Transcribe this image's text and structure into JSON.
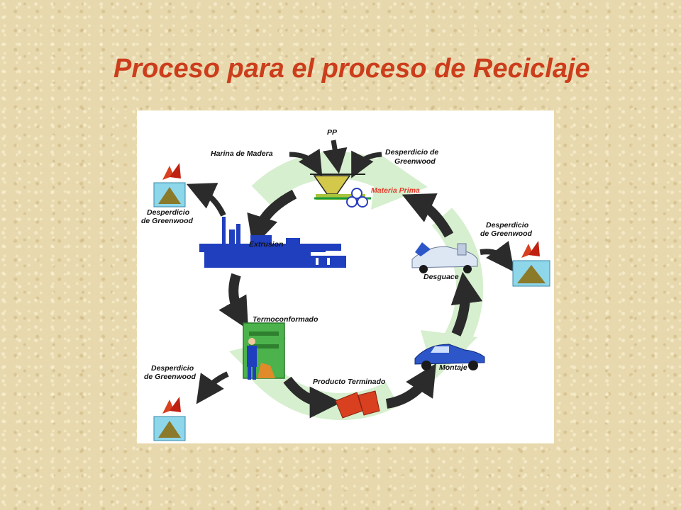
{
  "title": "Proceso para el proceso de Reciclaje",
  "colors": {
    "title": "#cc3d1c",
    "arrow": "#2b2b2b",
    "recycle_background": "#d6efce",
    "materia_prima_label": "#e23a2a",
    "machine": "#1f3fbf",
    "thermoformer": "#4cb34c",
    "car": "#2d56c9",
    "product": "#d9401f"
  },
  "diagram": {
    "inputs": {
      "pp": "PP",
      "harina": "Harina de Madera",
      "desperdicio_top_1": "Desperdicio de",
      "desperdicio_top_2": "Greenwood"
    },
    "materia_prima": "Materia Prima",
    "extrusion": "Extrusion",
    "termoconformado": "Termoconformado",
    "producto_terminado": "Producto Terminado",
    "montaje": "Montaje",
    "desguace": "Desguace",
    "waste_left_top": [
      "Desperdicio",
      "de Greenwood"
    ],
    "waste_left_bottom": [
      "Desperdicio",
      "de Greenwood"
    ],
    "waste_right": [
      "Desperdicio",
      "de Greenwood"
    ]
  }
}
